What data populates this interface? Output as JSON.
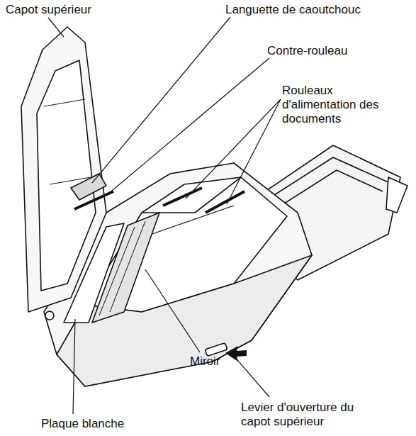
{
  "diagram": {
    "labels": [
      "Capot supérieur",
      "Languette de caoutchouc",
      "Contre-rouleau",
      "Rouleaux d'alimentation des documents",
      "Miroir",
      "Plaque blanche",
      "Levier d'ouverture du capot supérieur"
    ]
  }
}
